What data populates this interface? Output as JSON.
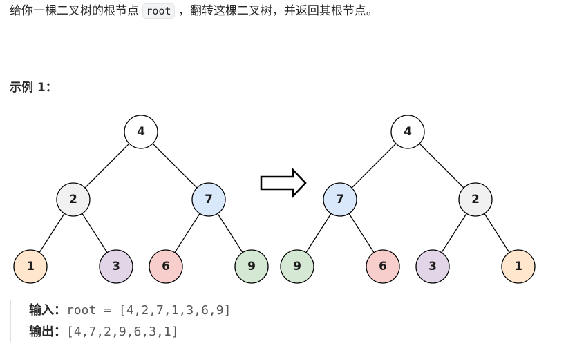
{
  "description": {
    "before": "给你一棵二叉树的根节点 ",
    "code": "root",
    "after": " ，翻转这棵二叉树，并返回其根节点。"
  },
  "example": {
    "title": "示例 1：",
    "input_label": "输入：",
    "input_value": "root = [4,2,7,1,3,6,9]",
    "output_label": "输出：",
    "output_value": "[4,7,2,9,6,3,1]"
  },
  "colors": {
    "white": "#ffffff",
    "gray": "#f1f1f1",
    "blue": "#dae8fc",
    "orange": "#ffe6cc",
    "purple": "#e1d5e7",
    "red": "#f8cecc",
    "green": "#d5e8d4",
    "stroke": "#000000"
  },
  "trees": {
    "original": {
      "value": "4",
      "color": "white",
      "left": {
        "value": "2",
        "color": "gray",
        "left": {
          "value": "1",
          "color": "orange"
        },
        "right": {
          "value": "3",
          "color": "purple"
        }
      },
      "right": {
        "value": "7",
        "color": "blue",
        "left": {
          "value": "6",
          "color": "red"
        },
        "right": {
          "value": "9",
          "color": "green"
        }
      }
    },
    "inverted": {
      "value": "4",
      "color": "white",
      "left": {
        "value": "7",
        "color": "blue",
        "left": {
          "value": "9",
          "color": "green"
        },
        "right": {
          "value": "6",
          "color": "red"
        }
      },
      "right": {
        "value": "2",
        "color": "gray",
        "left": {
          "value": "3",
          "color": "purple"
        },
        "right": {
          "value": "1",
          "color": "orange"
        }
      }
    }
  }
}
